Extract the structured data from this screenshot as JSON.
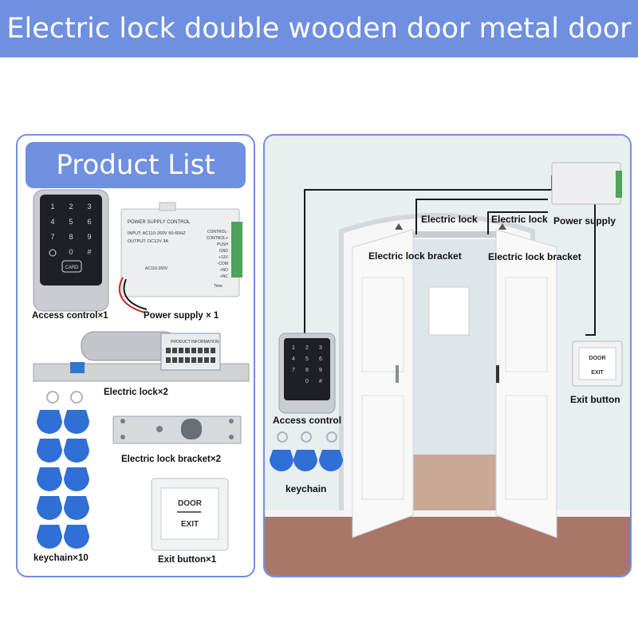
{
  "title": "Electric lock double wooden door metal door",
  "product_list": {
    "header": "Product List",
    "items": [
      {
        "label": "Access control×1",
        "icon": "keypad-icon"
      },
      {
        "label": "Power supply × 1",
        "icon": "power-supply-icon"
      },
      {
        "label": "Electric lock×2",
        "icon": "electric-bolt-lock-icon"
      },
      {
        "label": "Electric lock bracket×2",
        "icon": "lock-bracket-icon"
      },
      {
        "label": "keychain×10",
        "icon": "keyfob-icon"
      },
      {
        "label": "Exit button×1",
        "icon": "exit-button-icon"
      }
    ],
    "power_supply_text": {
      "title": "POWER SUPPLY CONTROL",
      "input": "INPUT: AC110-260V 50-60HZ",
      "output": "OUTPUT: DC12V 3A",
      "model": "AC110-260V",
      "terminals": [
        "CONTROL-",
        "CONTROL+",
        "PUSH",
        "GND",
        "+12V",
        "-COM",
        "+NO",
        "+NC"
      ],
      "time": "Time"
    },
    "keypad_keys": [
      "1",
      "2",
      "3",
      "4",
      "5",
      "6",
      "7",
      "8",
      "9",
      "0",
      "#"
    ],
    "keypad_card_text": "CARD",
    "lock_info_text": "PRODUCT INFORMATION",
    "exit_button_text": [
      "DOOR",
      "EXIT"
    ]
  },
  "diagram": {
    "labels": {
      "electric_lock_left": "Electric lock",
      "electric_lock_right": "Electric lock",
      "power_supply": "Power supply",
      "bracket_left": "Electric lock bracket",
      "bracket_right": "Electric lock bracket",
      "access_control": "Access control",
      "exit_button": "Exit button",
      "keychain": "keychain"
    },
    "colors": {
      "accent": "#6f8fe0",
      "key_fob": "#2f6fd6",
      "wire": "#1a1a1a"
    }
  }
}
